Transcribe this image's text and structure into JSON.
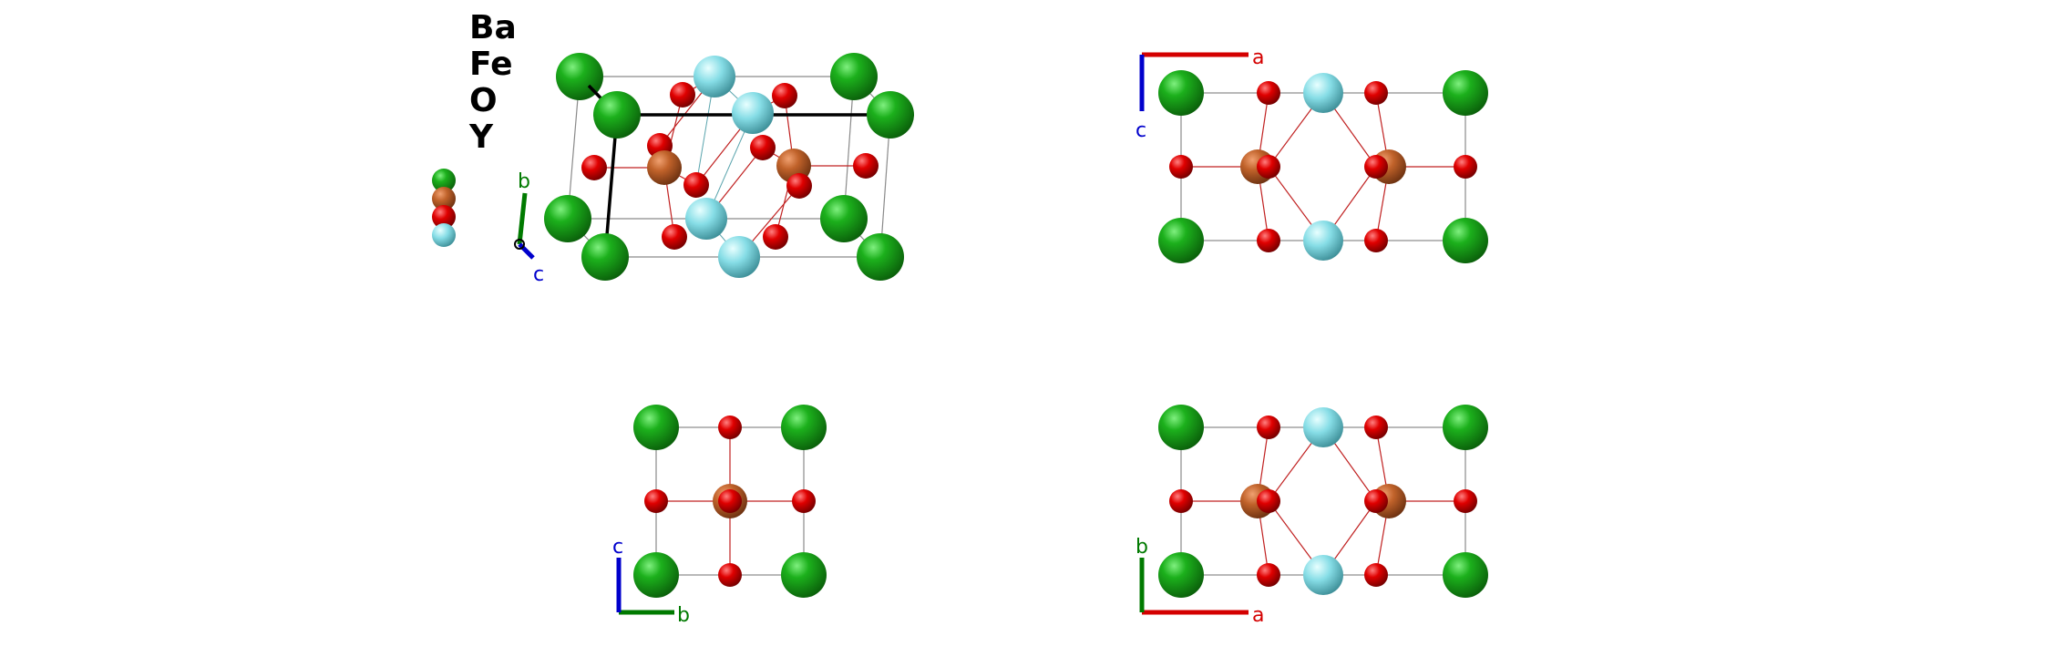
{
  "legend": {
    "elements": [
      {
        "symbol": "Ba",
        "color": "#16a016"
      },
      {
        "symbol": "Fe",
        "color": "#c0622a"
      },
      {
        "symbol": "O",
        "color": "#e00000"
      },
      {
        "symbol": "Y",
        "color": "#7fd9e3"
      }
    ]
  },
  "axes": {
    "a": {
      "label": "a",
      "color": "#d40000"
    },
    "b": {
      "label": "b",
      "color": "#007a00"
    },
    "c": {
      "label": "c",
      "color": "#0000cc"
    }
  },
  "colors": {
    "Ba": "#16a016",
    "Fe": "#c0622a",
    "O": "#e00000",
    "Y": "#7fd9e3",
    "cell_edge": "#888888",
    "bond": "#c02020",
    "axis_black": "#000000"
  }
}
